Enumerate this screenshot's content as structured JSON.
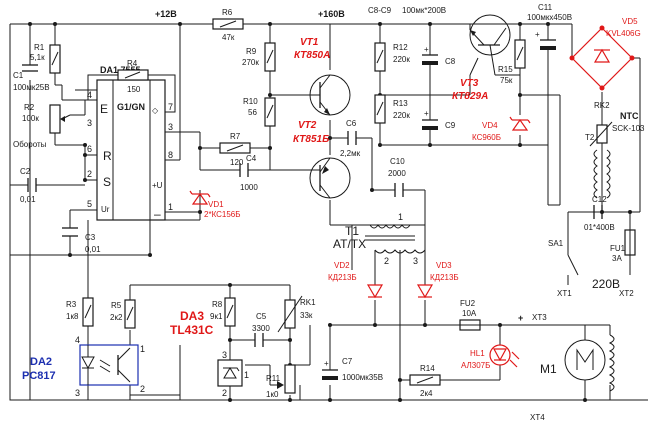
{
  "labels": {
    "plus12": "+12В",
    "plus160": "+160В",
    "c8c9": "С8-С9",
    "c8c9_val": "100мк*200В",
    "da1": "DA1 7555",
    "g1gn": "G1/GN",
    "chip_e": "E",
    "chip_r": "R",
    "chip_s": "S",
    "chip_ur": "Ur",
    "chip_plusu": "+U",
    "chip_minus": "–",
    "chip_hyst": "◇",
    "r1": "R1",
    "r1v": "5,1к",
    "c1": "С1",
    "c1v": "100мк25В",
    "r2": "R2",
    "r2v": "100к",
    "oboroty": "Обороты",
    "c2": "С2",
    "c2v": "0,01",
    "c3": "С3",
    "c3v": "0,01",
    "r4": "R4",
    "r4v": "150",
    "r6": "R6",
    "r6v": "47к",
    "r9": "R9",
    "r9v": "270к",
    "r10": "R10",
    "r10v": "56",
    "r7": "R7",
    "r7v": "120",
    "c4": "С4",
    "c4v": "1000",
    "vd1": "VD1",
    "vd1v": "2*КС156Б",
    "vt1": "VT1",
    "vt1v": "КТ850А",
    "vt2": "VT2",
    "vt2v": "КТ851Б",
    "c6": "С6",
    "c6v": "2,2мк",
    "r12": "R12",
    "r12v": "220к",
    "r13": "R13",
    "r13v": "220к",
    "c8": "С8",
    "c9": "С9",
    "c10": "С10",
    "c10v": "2000",
    "vt3": "VT3",
    "vt3v": "КТ829А",
    "vd4": "VD4",
    "vd4v": "КС960Б",
    "r15": "R15",
    "r15v": "75к",
    "c11": "С11",
    "c11v": "100мкх450В",
    "vd5": "VD5",
    "vd5v": "KVL406G",
    "rk2": "RK2",
    "ntc": "NTC",
    "rk2v": "SCK-103",
    "t2": "Т2",
    "c12": "С12",
    "c12v": "01*400В",
    "sa1": "SA1",
    "fu1": "FU1",
    "fu1v": "3А",
    "v220": "220В",
    "xt1": "XT1",
    "xt2": "XT2",
    "t1": "Т1",
    "t1v": "AT/TX",
    "w1": "1",
    "w2": "2",
    "w3": "3",
    "vd2": "VD2",
    "vd2v": "КД213Б",
    "vd3": "VD3",
    "vd3v": "КД213Б",
    "fu2": "FU2",
    "fu2v": "10А",
    "xt3": "XT3",
    "xt4": "XT4",
    "plus": "+",
    "hl1": "HL1",
    "hl1v": "АЛ307Б",
    "r14": "R14",
    "r14v": "2к4",
    "m1": "M1",
    "c7": "С7",
    "c7v": "1000мк35В",
    "rk1": "RK1",
    "rk1v": "33к",
    "r11": "R11",
    "r11v": "1к0",
    "c5": "С5",
    "c5v": "3300",
    "r8": "R8",
    "r8v": "9к1",
    "da3": "DA3",
    "da3v": "TL431C",
    "r5": "R5",
    "r5v": "2к2",
    "r3": "R3",
    "r3v": "1к8",
    "da2": "DA2",
    "da2v": "PC817",
    "p4": "4",
    "p3": "3",
    "p6": "6",
    "p2": "2",
    "p5": "5",
    "p7": "7",
    "p8": "8",
    "p1": "1",
    "ou1": "1",
    "ou2": "2",
    "ou3": "3",
    "ou4": "4",
    "tl1": "1",
    "tl2": "2",
    "tl3": "3"
  },
  "colors": {
    "wire": "#1a1a1a",
    "accent_red": "#e01818",
    "accent_blue": "#1c2fb0"
  }
}
